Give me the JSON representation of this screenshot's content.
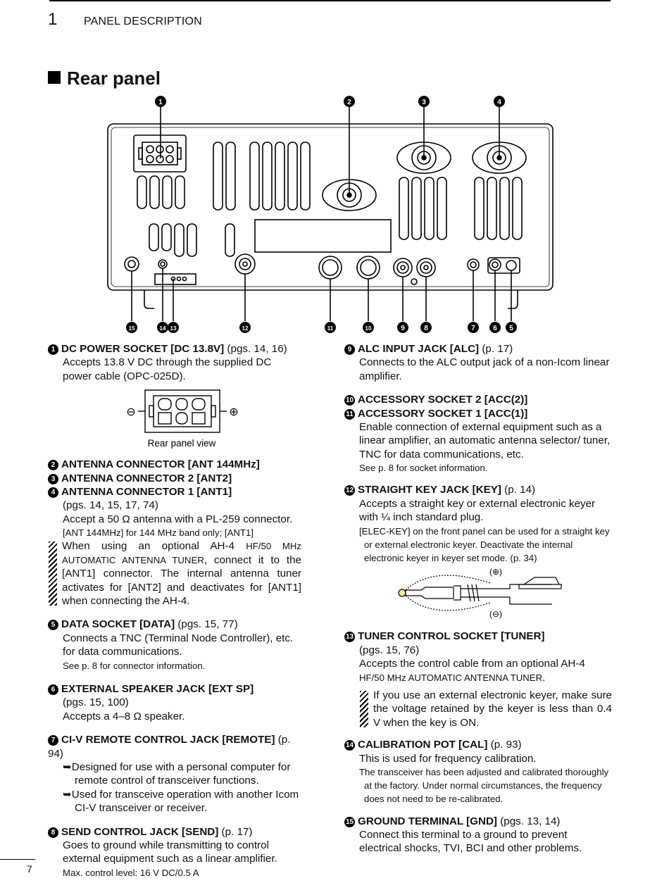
{
  "header": {
    "chapter": "1",
    "title": "PANEL DESCRIPTION"
  },
  "section_title": "Rear panel",
  "diagram": {
    "callouts_top": [
      "1",
      "2",
      "3",
      "4"
    ],
    "callouts_bottom": [
      "15",
      "14",
      "13",
      "12",
      "11",
      "10",
      "9",
      "8",
      "7",
      "6",
      "5"
    ]
  },
  "entries": {
    "e1": {
      "num": "1",
      "head": "DC POWER SOCKET [DC 13.8V]",
      "ref": " (pgs. 14, 16)",
      "body": "Accepts 13.8 V DC through the supplied DC power cable (OPC-025D).",
      "fig_label": "Rear panel view",
      "minus": "⊖",
      "plus": "⊕"
    },
    "e2": {
      "num": "2",
      "head": "ANTENNA CONNECTOR [ANT 144MHz]"
    },
    "e3": {
      "num": "3",
      "head": "ANTENNA CONNECTOR 2 [ANT2]"
    },
    "e4": {
      "num": "4",
      "head": "ANTENNA CONNECTOR 1 [ANT1]",
      "ref": "(pgs. 14, 15, 17, 74)",
      "body": "Accept a 50 Ω antenna with a PL-259 connector.",
      "bullet": "[ANT 144MHz] for 144 MHz band only; [ANT1]",
      "note_a": "When using an optional AH-4 ",
      "note_b": "HF/50 MHz AUTOMATIC ANTENNA TUNER",
      "note_c": ", connect it to the [ANT1] connector. The internal antenna tuner activates for [ANT2] and deactivates for [ANT1] when connecting the AH-4."
    },
    "e5": {
      "num": "5",
      "head": "DATA SOCKET [DATA]",
      "ref": " (pgs. 15, 77)",
      "body": "Connects a TNC (Terminal Node Controller), etc. for data communications.",
      "bullet": "See p. 8 for connector information."
    },
    "e6": {
      "num": "6",
      "head": "EXTERNAL SPEAKER JACK [EXT SP]",
      "ref": "(pgs. 15, 100)",
      "body": "Accepts a 4–8 Ω speaker."
    },
    "e7": {
      "num": "7",
      "head": "CI-V REMOTE CONTROL JACK [REMOTE]",
      "ref": " (p. 94)",
      "arrow1": "Designed for use with a personal computer for remote control of transceiver functions.",
      "arrow2": "Used for transceive operation with another Icom CI-V transceiver or receiver."
    },
    "e8": {
      "num": "8",
      "head": "SEND CONTROL JACK [SEND]",
      "ref": " (p. 17)",
      "body": "Goes to ground while transmitting to control external equipment such as a linear amplifier.",
      "bullet": "Max. control level: 16 V DC/0.5 A"
    },
    "e9": {
      "num": "9",
      "head": "ALC INPUT JACK [ALC]",
      "ref": " (p. 17)",
      "body": "Connects to the ALC output jack of a non-Icom linear amplifier."
    },
    "e10": {
      "num": "10",
      "head": "ACCESSORY SOCKET 2 [ACC(2)]"
    },
    "e11": {
      "num": "11",
      "head": "ACCESSORY SOCKET 1 [ACC(1)]",
      "body": "Enable connection of external equipment such as a linear amplifier, an automatic antenna selector/ tuner, TNC for data communications, etc.",
      "bullet": "See p. 8 for socket information."
    },
    "e12": {
      "num": "12",
      "head": "STRAIGHT KEY JACK [KEY]",
      "ref": " (p. 14)",
      "body": "Accepts a straight key or external electronic keyer with ¼ inch standard plug.",
      "bullet": "[ELEC-KEY] on the front panel can be used for a straight key or external electronic keyer. Deactivate the internal electronic keyer in keyer set mode. (p. 34)",
      "plus": "(⊕)",
      "minus": "(⊖)"
    },
    "e13": {
      "num": "13",
      "head": "TUNER CONTROL SOCKET [TUNER]",
      "ref": "(pgs. 15, 76)",
      "body_a": "Accepts the control cable from an optional AH-4 ",
      "body_b": "HF/50 MHz AUTOMATIC ANTENNA TUNER",
      "body_c": ".",
      "note": "If you use an external electronic keyer, make sure the voltage retained by the keyer is less than 0.4 V when the key is ON."
    },
    "e14": {
      "num": "14",
      "head": "CALIBRATION POT [CAL]",
      "ref": " (p. 93)",
      "body": "This is used for frequency calibration.",
      "bullet": "The transceiver has been adjusted and calibrated thoroughly at the factory. Under normal circumstances, the frequency does not need to be re-calibrated."
    },
    "e15": {
      "num": "15",
      "head": "GROUND TERMINAL [GND]",
      "ref": " (pgs. 13, 14)",
      "body": "Connect this terminal to a ground to prevent electrical shocks, TVI, BCI and other problems."
    }
  },
  "page_number": "7"
}
